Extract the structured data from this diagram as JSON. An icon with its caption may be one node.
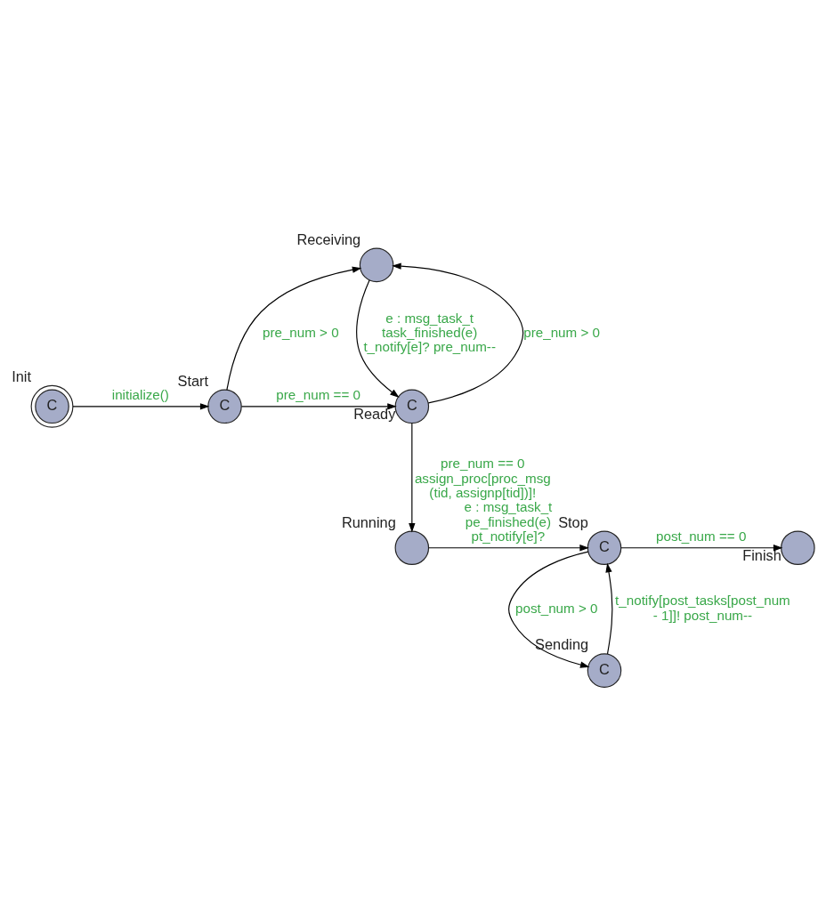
{
  "diagram": {
    "nodes": [
      {
        "text": [],
        "shape": "circle",
        "beside": [
          "Receiving"
        ]
      },
      {
        "text": [
          "C"
        ],
        "beside": [
          "Init"
        ]
      },
      {
        "text": [
          "C"
        ],
        "beside": [
          "Start"
        ]
      },
      {
        "text": [
          "C"
        ],
        "beside": [
          "Ready"
        ]
      },
      {
        "text": [],
        "shape": "circle",
        "beside": [
          "Running"
        ]
      },
      {
        "text": [],
        "shape": "circle",
        "beside": [
          "Finish"
        ]
      },
      {
        "text": [
          "C"
        ],
        "beside": [
          "Stop"
        ]
      },
      {
        "text": [
          "C"
        ],
        "beside": [
          "Sending"
        ]
      }
    ],
    "edges": [
      {
        "from": 1,
        "to": 2,
        "arrow": "to",
        "label": "initialize()"
      },
      {
        "from": 2,
        "to": 0,
        "arrow": "to",
        "label": "pre_num > 0"
      },
      {
        "from": 2,
        "to": 3,
        "arrow": "to",
        "label": "pre_num == 0"
      },
      {
        "from": 3,
        "to": 0,
        "arrow": "to",
        "label": "pre_num > 0"
      },
      {
        "from": 0,
        "to": 3,
        "arrow": "to",
        "label": "e : msg_task_t task_finished(e) t_notify[e]? pre_num--"
      },
      {
        "from": 3,
        "to": 4,
        "arrow": "to",
        "label": "pre_num == 0 assign_proc[proc_msg (tid, assignp[tid])]!"
      },
      {
        "from": 4,
        "to": 6,
        "arrow": "to",
        "label": "e : msg_task_t pe_finished(e) pt_notify[e]?"
      },
      {
        "from": 6,
        "to": 5,
        "arrow": "to",
        "label": "post_num == 0"
      },
      {
        "from": 6,
        "to": 7,
        "arrow": "to",
        "label": "post_num > 0"
      },
      {
        "from": 7,
        "to": 6,
        "arrow": "to",
        "label": "t_notify[post_tasks[post_num - 1]]! post_num--"
      }
    ]
  }
}
